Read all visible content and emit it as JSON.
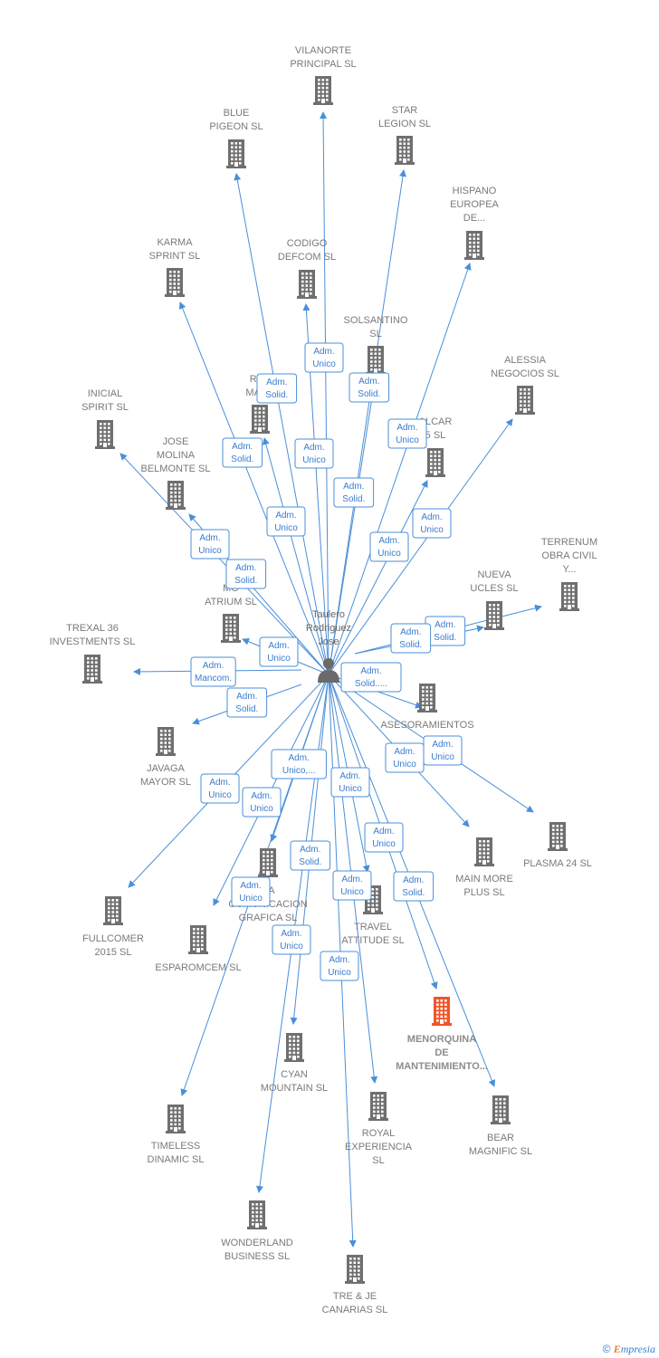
{
  "colors": {
    "edge": "#4a8fd8",
    "building": "#6f6f6f",
    "focus_building": "#f0552a",
    "label": "#7a7a7a"
  },
  "person": {
    "lines": [
      "Taulero",
      "Rodriguez",
      "Jose"
    ],
    "icon": "person-icon"
  },
  "companies": [
    {
      "id": "vilanorte",
      "lines": [
        "VILANORTE",
        "PRINCIPAL  SL"
      ]
    },
    {
      "id": "blue_pigeon",
      "lines": [
        "BLUE",
        "PIGEON  SL"
      ]
    },
    {
      "id": "star_legion",
      "lines": [
        "STAR",
        "LEGION  SL"
      ]
    },
    {
      "id": "hispano",
      "lines": [
        "HISPANO",
        "EUROPEA",
        "DE..."
      ]
    },
    {
      "id": "karma",
      "lines": [
        "KARMA",
        "SPRINT  SL"
      ]
    },
    {
      "id": "codigo",
      "lines": [
        "CODIGO",
        "DEFCOM  SL"
      ]
    },
    {
      "id": "solsantino",
      "lines": [
        "SOLSANTINO",
        "SL"
      ]
    },
    {
      "id": "alessia",
      "lines": [
        "ALESSIA",
        "NEGOCIOS  SL"
      ]
    },
    {
      "id": "inicial",
      "lines": [
        "INICIAL",
        "SPIRIT  SL"
      ]
    },
    {
      "id": "real_make",
      "lines": [
        "REA",
        "MAKE"
      ]
    },
    {
      "id": "valcar",
      "lines": [
        "ALCAR",
        "5  SL"
      ]
    },
    {
      "id": "jose_molina",
      "lines": [
        "JOSE",
        "MOLINA",
        "BELMONTE  SL"
      ]
    },
    {
      "id": "terrenum",
      "lines": [
        "TERRENUM",
        "OBRA CIVIL",
        "Y..."
      ]
    },
    {
      "id": "nueva_ucles",
      "lines": [
        "NUEVA",
        "UCLES  SL"
      ]
    },
    {
      "id": "atrium",
      "lines": [
        "MO",
        "ATRIUM  SL"
      ]
    },
    {
      "id": "trexal",
      "lines": [
        "TREXAL 36",
        "INVESTMENTS SL"
      ]
    },
    {
      "id": "asesoramientos",
      "lines": [
        "ASESORAMIENTOS"
      ]
    },
    {
      "id": "javaga",
      "lines": [
        "JAVAGA",
        "MAYOR  SL"
      ]
    },
    {
      "id": "plasma",
      "lines": [
        "PLASMA 24 SL"
      ]
    },
    {
      "id": "main_more",
      "lines": [
        "MAIN MORE",
        "PLUS  SL"
      ]
    },
    {
      "id": "comunicacion",
      "lines": [
        "NA",
        "COMUNICACION",
        "GRAFICA  SL"
      ]
    },
    {
      "id": "travel",
      "lines": [
        "TRAVEL",
        "ATTITUDE  SL"
      ]
    },
    {
      "id": "fullcomer",
      "lines": [
        "FULLCOMER",
        "2015  SL"
      ]
    },
    {
      "id": "esparomcem",
      "lines": [
        "ESPAROMCEM SL"
      ]
    },
    {
      "id": "menorquina",
      "lines": [
        "MENORQUINA",
        "DE",
        "MANTENIMIENTO..."
      ],
      "focus": true
    },
    {
      "id": "cyan",
      "lines": [
        "CYAN",
        "MOUNTAIN  SL"
      ]
    },
    {
      "id": "royal",
      "lines": [
        "ROYAL",
        "EXPERIENCIA",
        "SL"
      ]
    },
    {
      "id": "bear",
      "lines": [
        "BEAR",
        "MAGNIFIC  SL"
      ]
    },
    {
      "id": "timeless",
      "lines": [
        "TIMELESS",
        "DINAMIC  SL"
      ]
    },
    {
      "id": "wonderland",
      "lines": [
        "WONDERLAND",
        "BUSINESS  SL"
      ]
    },
    {
      "id": "tre_je",
      "lines": [
        "TRE & JE",
        "CANARIAS  SL"
      ]
    }
  ],
  "roles": [
    {
      "lines": [
        "Adm.",
        "Unico"
      ],
      "target": "vilanorte"
    },
    {
      "lines": [
        "Adm.",
        "Solid."
      ],
      "target": "blue_pigeon"
    },
    {
      "lines": [
        "Adm.",
        "Solid."
      ],
      "target": "star_legion"
    },
    {
      "lines": [
        "Adm.",
        "Unico"
      ],
      "target": "hispano"
    },
    {
      "lines": [
        "Adm.",
        "Solid."
      ],
      "target": "karma"
    },
    {
      "lines": [
        "Adm.",
        "Unico"
      ],
      "target": "codigo"
    },
    {
      "lines": [
        "Adm.",
        "Solid."
      ],
      "target": "solsantino"
    },
    {
      "lines": [
        "Adm.",
        "Unico"
      ],
      "target": "alessia"
    },
    {
      "lines": [
        "Adm.",
        "Unico"
      ],
      "target": "real_make"
    },
    {
      "lines": [
        "Adm.",
        "Unico"
      ],
      "target": "valcar"
    },
    {
      "lines": [
        "Adm.",
        "Unico"
      ],
      "target": "inicial"
    },
    {
      "lines": [
        "Adm.",
        "Solid."
      ],
      "target": "jose_molina"
    },
    {
      "lines": [
        "Adm.",
        "Unico"
      ],
      "target": "atrium"
    },
    {
      "lines": [
        "Adm.",
        "Solid."
      ],
      "target": "terrenum"
    },
    {
      "lines": [
        "Adm.",
        "Solid."
      ],
      "target": "nueva_ucles"
    },
    {
      "lines": [
        "Adm.",
        "Mancom."
      ],
      "target": "trexal"
    },
    {
      "lines": [
        "Adm.",
        "Solid....."
      ],
      "target": "asesoramientos"
    },
    {
      "lines": [
        "Adm.",
        "Solid."
      ],
      "target": "javaga"
    },
    {
      "lines": [
        "Adm.",
        "Unico"
      ],
      "target": "main_more"
    },
    {
      "lines": [
        "Adm.",
        "Unico"
      ],
      "target": "plasma"
    },
    {
      "lines": [
        "Adm.",
        "Unico"
      ],
      "target": "fullcomer"
    },
    {
      "lines": [
        "Adm.",
        "Unico,..."
      ],
      "target": "comunicacion"
    },
    {
      "lines": [
        "Adm.",
        "Unico"
      ],
      "target": "travel"
    },
    {
      "lines": [
        "Adm.",
        "Unico"
      ],
      "target": "esparomcem"
    },
    {
      "lines": [
        "Adm.",
        "Solid."
      ],
      "target": "cyan"
    },
    {
      "lines": [
        "Adm.",
        "Unico"
      ],
      "target": "menorquina"
    },
    {
      "lines": [
        "Adm.",
        "Unico"
      ],
      "target": "timeless"
    },
    {
      "lines": [
        "Adm.",
        "Unico"
      ],
      "target": "royal"
    },
    {
      "lines": [
        "Adm.",
        "Solid."
      ],
      "target": "bear"
    },
    {
      "lines": [
        "Adm.",
        "Unico"
      ],
      "target": "wonderland"
    },
    {
      "lines": [
        "Adm.",
        "Unico"
      ],
      "target": "tre_je"
    }
  ],
  "footer": {
    "copyright": "©",
    "brand_initial": "E",
    "brand_rest": "mpresia"
  }
}
